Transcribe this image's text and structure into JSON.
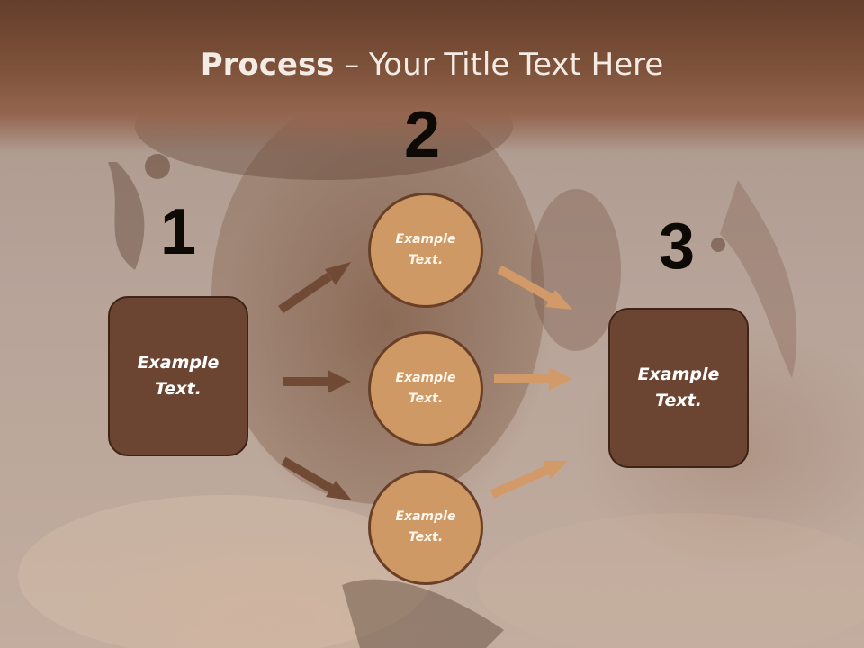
{
  "title": {
    "bold": "Process",
    "rest": " – Your Title Text Here"
  },
  "steps": {
    "one": "1",
    "two": "2",
    "three": "3"
  },
  "left_box": {
    "text": "Example Text."
  },
  "middle_circles": [
    {
      "text": "Example Text."
    },
    {
      "text": "Example Text."
    },
    {
      "text": "Example Text."
    }
  ],
  "right_box": {
    "text": "Example Text."
  },
  "colors": {
    "header": "#643e2b",
    "box_fill": "#6b4531",
    "circle_fill": "#cf9966",
    "arrow_dark": "#714a36",
    "arrow_light": "#d29a69"
  }
}
